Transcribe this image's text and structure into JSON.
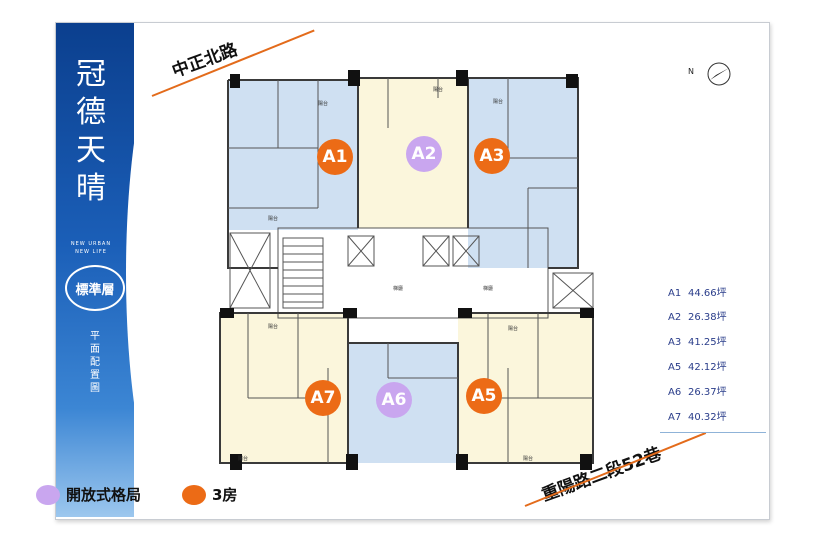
{
  "brand": {
    "line1": "冠德",
    "line2": "天晴",
    "sub1": "NEW URBAN",
    "sub2": "NEW LIFE"
  },
  "floor_badge": "標準層",
  "plan_label": "平面配置圖",
  "streets": {
    "north": "中正北路",
    "south": "重陽路二段52巷"
  },
  "compass_label": "N",
  "units": [
    {
      "id": "A1",
      "area": "44.66坪",
      "type": "3房"
    },
    {
      "id": "A2",
      "area": "26.38坪",
      "type": "開放式格局"
    },
    {
      "id": "A3",
      "area": "41.25坪",
      "type": "3房"
    },
    {
      "id": "A5",
      "area": "42.12坪",
      "type": "3房"
    },
    {
      "id": "A6",
      "area": "26.37坪",
      "type": "開放式格局"
    },
    {
      "id": "A7",
      "area": "40.32坪",
      "type": "3房"
    }
  ],
  "key": {
    "open_plan": "開放式格局",
    "three_room": "3房"
  },
  "colors": {
    "open_plan": "#c9a6ef",
    "three_room": "#ec6b16",
    "blue_unit": "#cfe0f2",
    "cream_unit": "#fbf6dc"
  },
  "room_labels": {
    "balcony": "陽台",
    "corridor": "梯廳",
    "lobby": "梯廳"
  }
}
